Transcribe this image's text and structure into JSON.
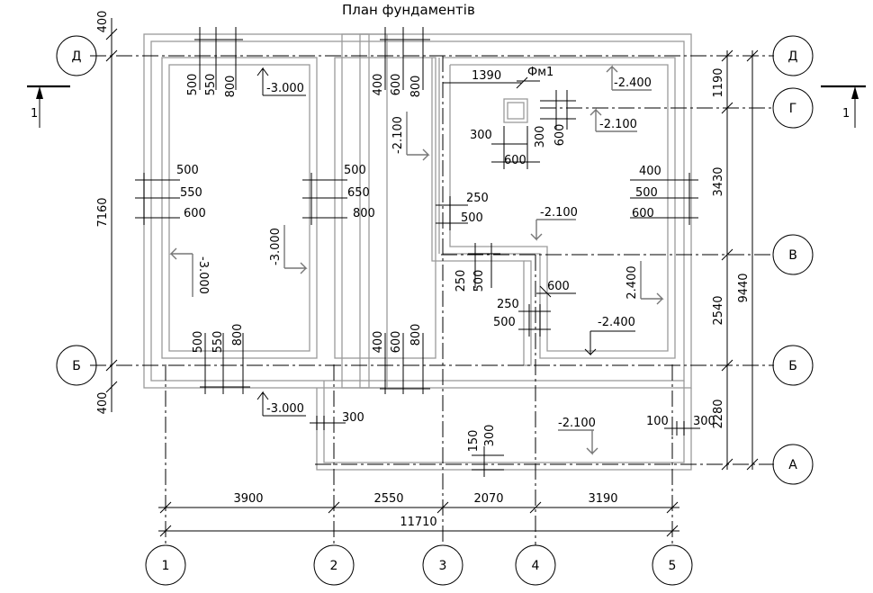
{
  "title": "План фундаментів",
  "axes_letters": [
    "Д",
    "Г",
    "В",
    "Б",
    "А"
  ],
  "axes_numbers": [
    "1",
    "2",
    "3",
    "4",
    "5"
  ],
  "section_mark": "1",
  "bottom_dims": [
    "3900",
    "2550",
    "2070",
    "3190"
  ],
  "bottom_total": "11710",
  "right_dims": [
    "1190",
    "3430",
    "2540",
    "2280"
  ],
  "right_total": "9440",
  "left_dim": "7160",
  "offset_400": "400",
  "footing_label": "Фм1",
  "levels": {
    "m3000": "-3.000",
    "m2400": "-2.400",
    "m2100": "-2.100",
    "v3000": "-3.000",
    "v2400": "2.400"
  },
  "dims": {
    "d500": "500",
    "d550": "550",
    "d600": "600",
    "d650": "650",
    "d800": "800",
    "d400": "400",
    "d250": "250",
    "d300": "300",
    "d150": "150",
    "d100": "100",
    "d1390": "1390"
  }
}
